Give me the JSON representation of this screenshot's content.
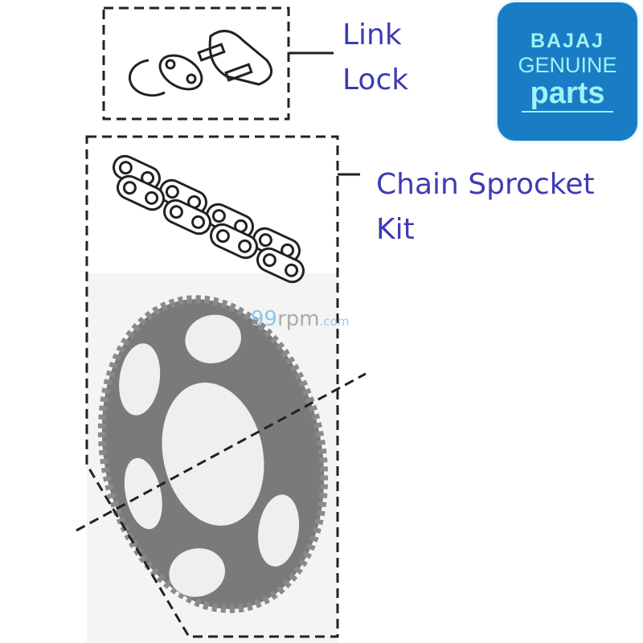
{
  "labels": {
    "link_lock_line1": "Link",
    "link_lock_line2": "Lock",
    "chain_kit_line1": "Chain Sprocket",
    "chain_kit_line2": "Kit"
  },
  "logo": {
    "brand": "BAJAJ",
    "line2": "GENUINE",
    "line3": "parts",
    "background": "#1a7cc4",
    "text_color": "#9ff2f6"
  },
  "watermark": {
    "part1": "99",
    "part2": "rpm",
    "part3": ".com"
  },
  "colors": {
    "label": "#3c3cb4",
    "sprocket": "#7a7a7a",
    "dash": "#222222"
  }
}
